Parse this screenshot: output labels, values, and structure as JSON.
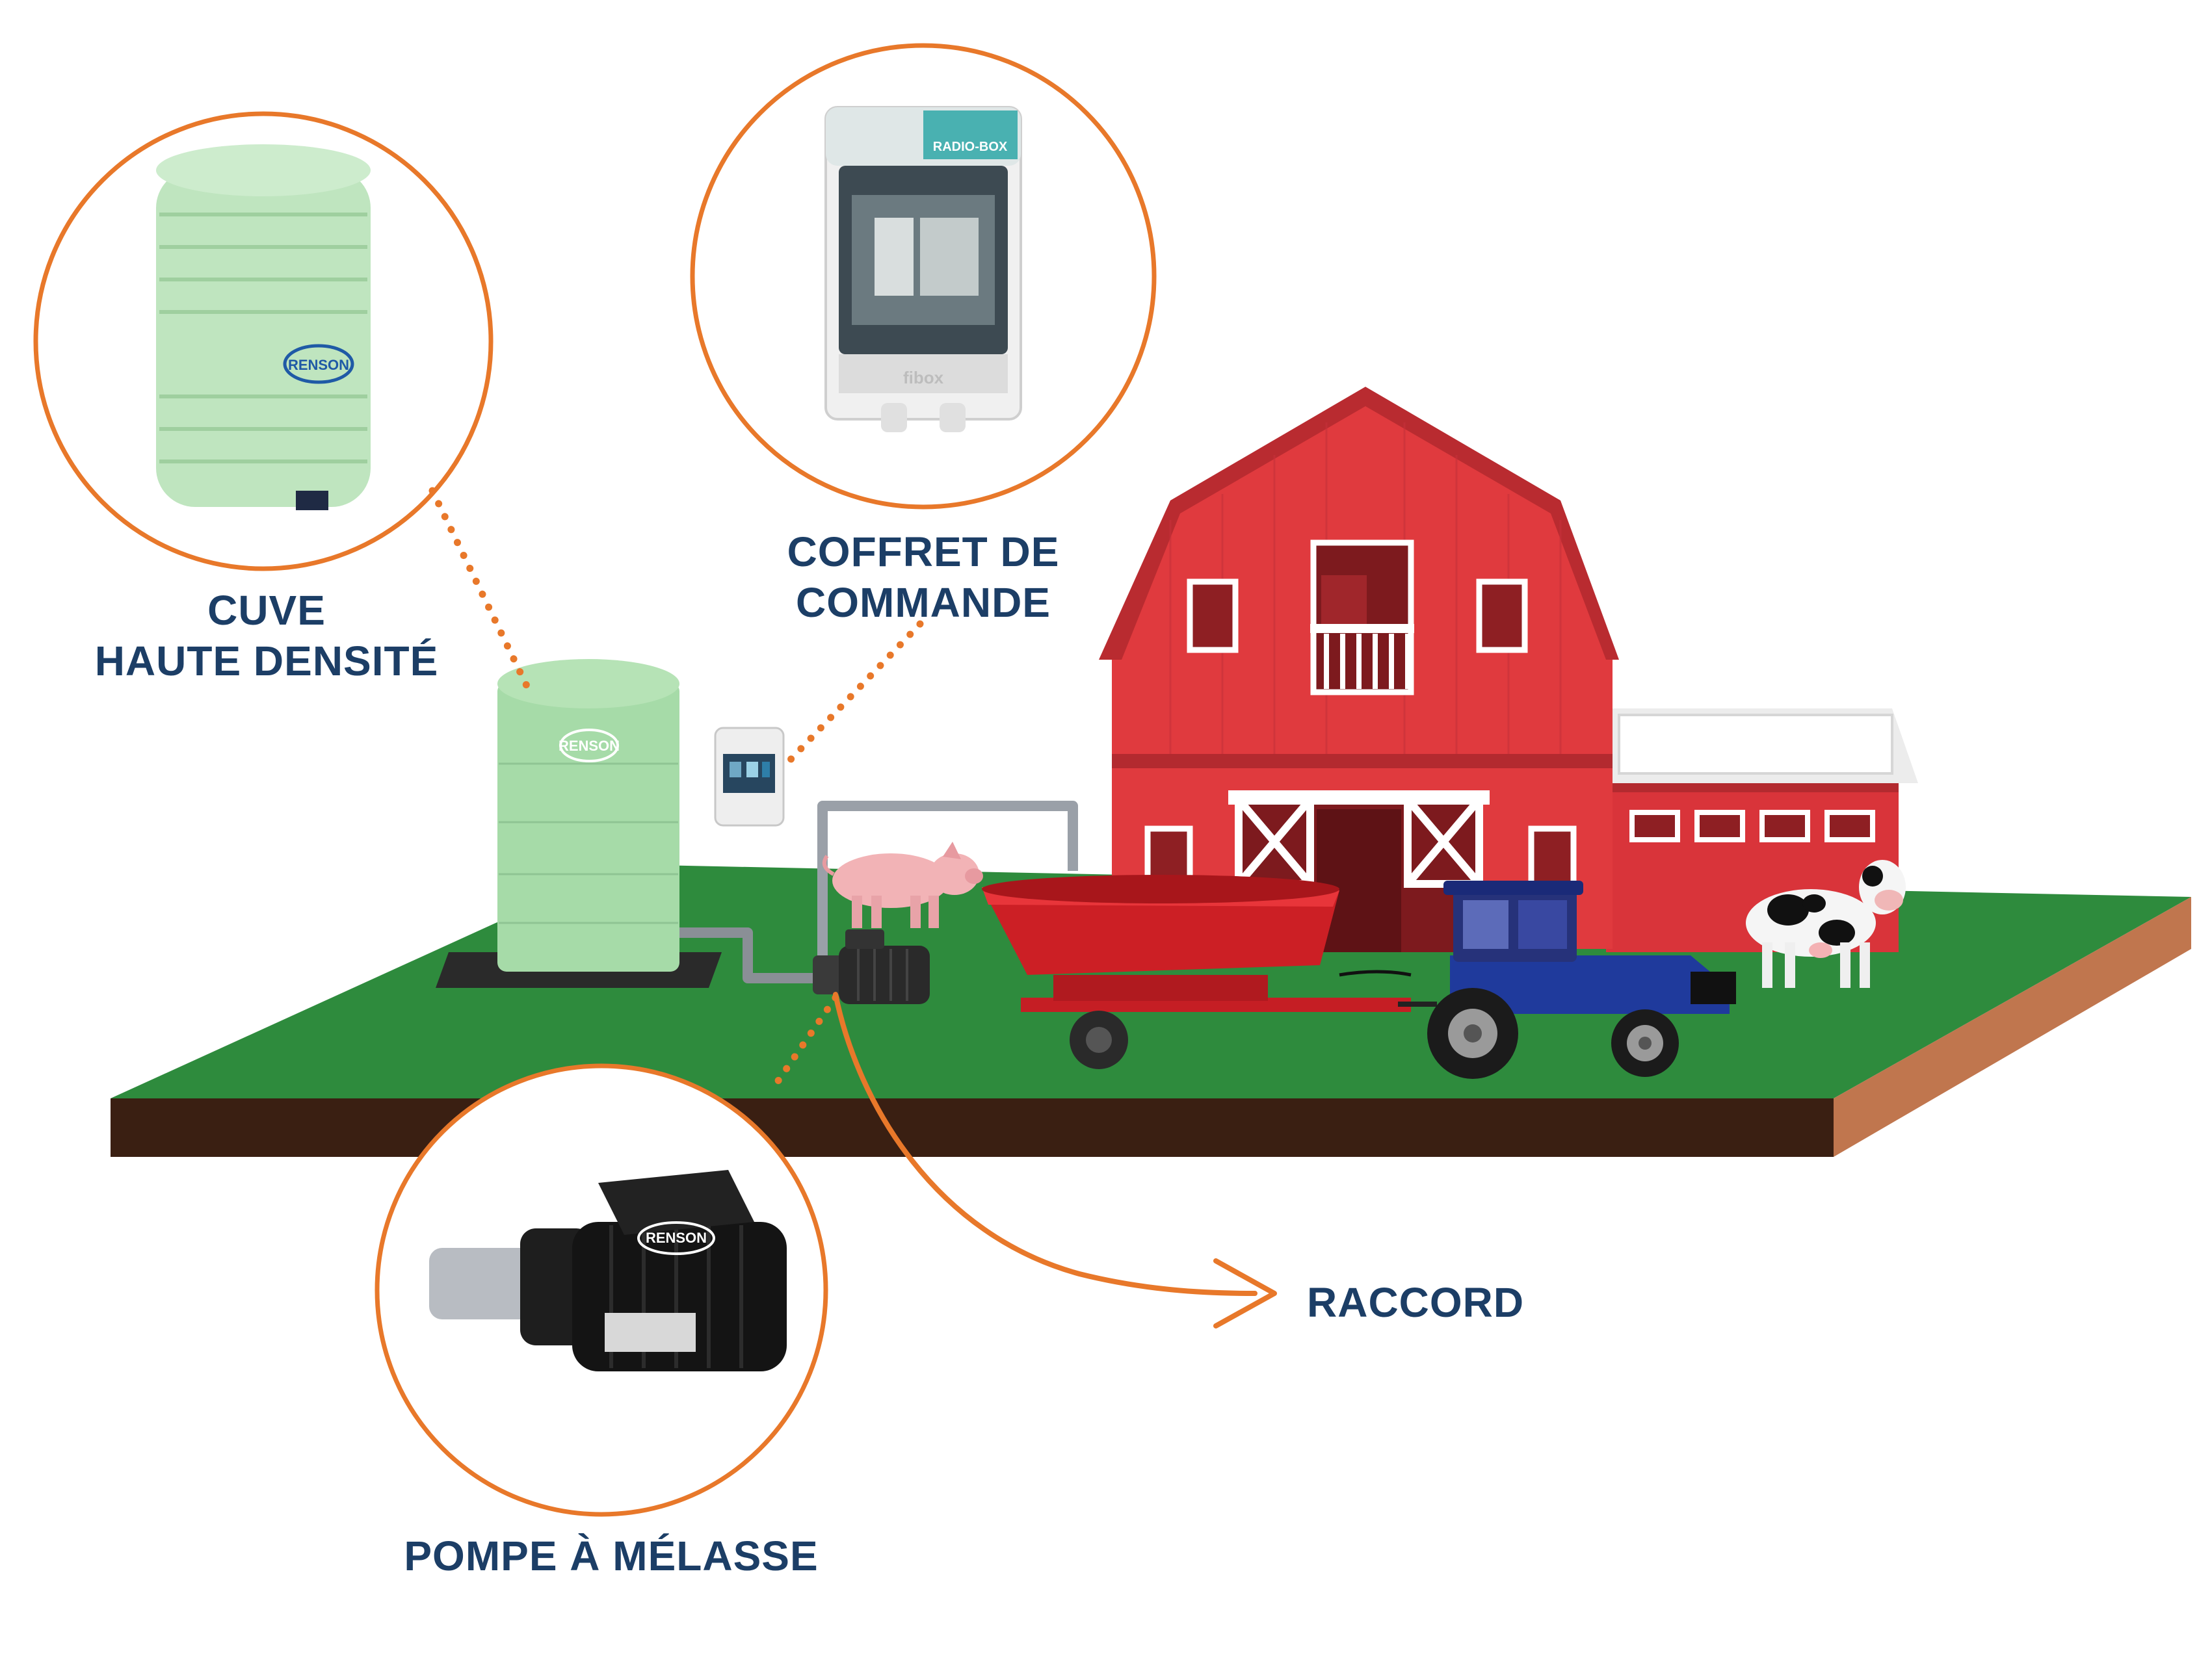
{
  "colors": {
    "accent_orange": "#e8782a",
    "label_navy": "#1c3e66",
    "grass": "#2e8b3d",
    "soil": "#3a1f12",
    "barn_red": "#d9343a",
    "tank_green": "#a6dba8",
    "tractor_blue": "#1f3a9c"
  },
  "callouts": {
    "tank": {
      "line1": "CUVE",
      "line2": "HAUTE DENSITÉ",
      "icon": "tank-icon"
    },
    "control": {
      "line1": "COFFRET DE",
      "line2": "COMMANDE",
      "icon": "control-box-icon"
    },
    "pump": {
      "line1": "POMPE À MÉLASSE",
      "icon": "pump-icon"
    },
    "fitting": {
      "line1": "RACCORD",
      "icon": "arrow-icon"
    }
  },
  "brand": {
    "logo_text": "RENSON",
    "radio_box_text": "RADIO-BOX",
    "box_maker_text": "fibox"
  },
  "scene": {
    "animals": [
      "pig-icon",
      "cow-icon"
    ],
    "vehicles": [
      "tractor-icon",
      "feed-wagon-icon"
    ],
    "buildings": [
      "barn-icon"
    ]
  }
}
